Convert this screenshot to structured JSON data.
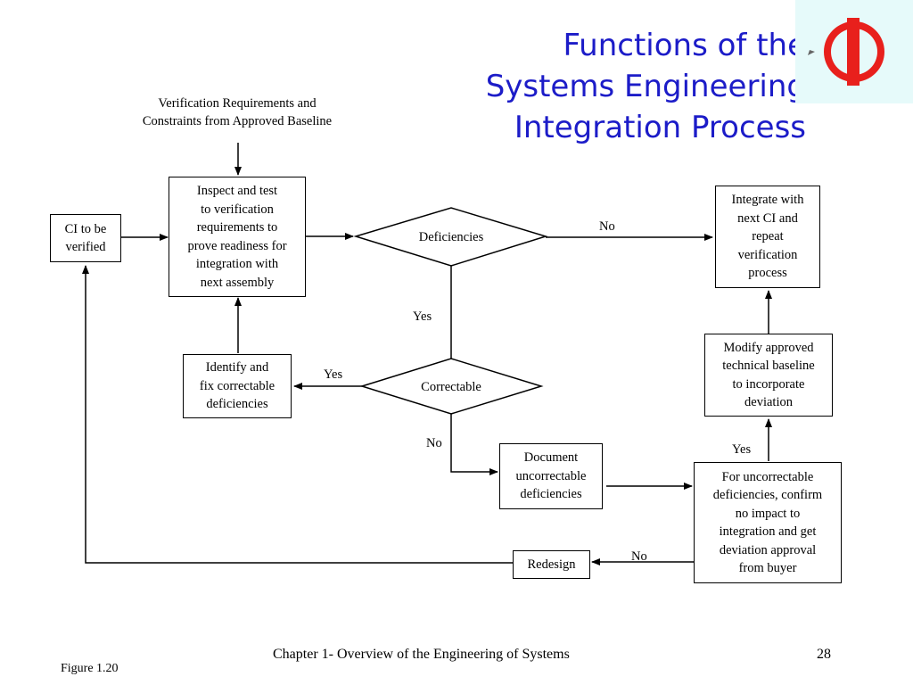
{
  "slide": {
    "title_lines": [
      "Functions of the",
      "Systems Engineering",
      "Integration Process"
    ],
    "chapter": "Chapter 1- Overview of the Engineering of Systems",
    "page_number": "28",
    "figure": "Figure 1.20"
  },
  "logo": {
    "icon": "university-logo-icon",
    "colors": {
      "red": "#e8201c",
      "panel": "#e6fafa"
    }
  },
  "colors": {
    "title": "#1c1cc8",
    "lines": "#000000"
  },
  "diagram": {
    "input_note": [
      "Verification Requirements and",
      "Constraints from Approved Baseline"
    ],
    "ci_box": [
      "CI to be",
      "verified"
    ],
    "inspect_box": [
      "Inspect and test",
      "to verification",
      "requirements to",
      "prove readiness for",
      "integration with",
      "next assembly"
    ],
    "deficiencies": "Deficiencies",
    "integrate_box": [
      "Integrate with",
      "next CI and",
      "repeat",
      "verification",
      "process"
    ],
    "modify_box": [
      "Modify approved",
      "technical baseline",
      "to incorporate",
      "deviation"
    ],
    "correctable": "Correctable",
    "identify_box": [
      "Identify and",
      "fix correctable",
      "deficiencies"
    ],
    "document_box": [
      "Document",
      "uncorrectable",
      "deficiencies"
    ],
    "uncorrectable_box": [
      "For uncorrectable",
      "deficiencies, confirm",
      "no impact to",
      "integration and get",
      "deviation approval",
      "from buyer"
    ],
    "redesign": "Redesign",
    "labels": {
      "no_top": "No",
      "yes_mid": "Yes",
      "yes_left": "Yes",
      "no_mid": "No",
      "yes_right": "Yes",
      "no_bottom": "No"
    }
  }
}
